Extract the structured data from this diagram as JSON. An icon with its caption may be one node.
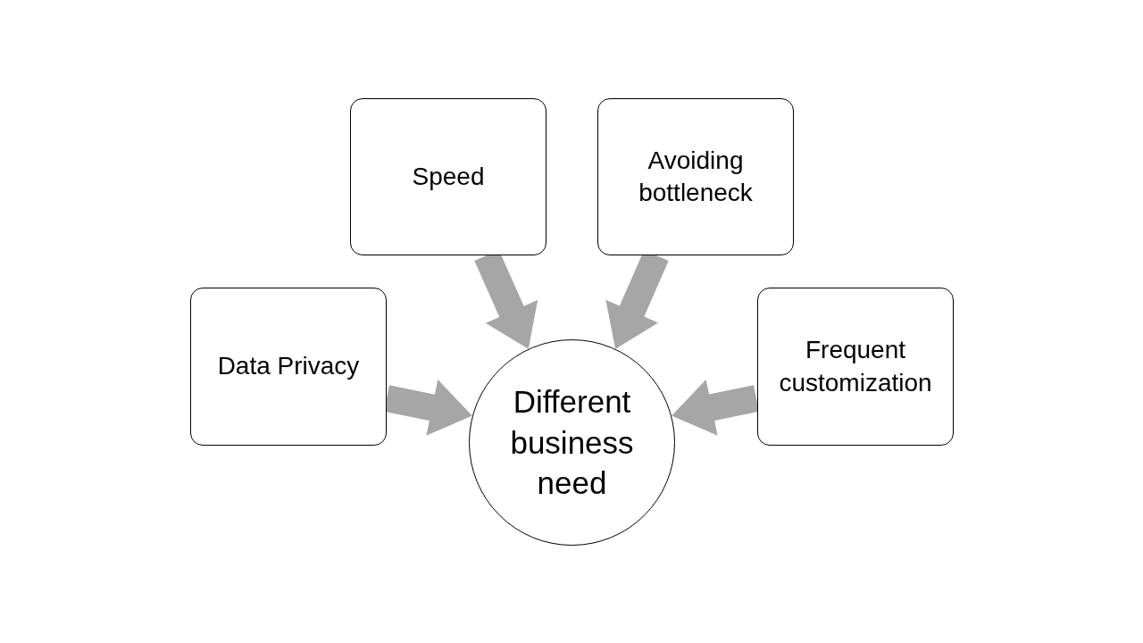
{
  "diagram": {
    "nodes": [
      {
        "text": [
          "Speed"
        ]
      },
      {
        "text": [
          "Avoiding bottleneck"
        ]
      },
      {
        "text": [
          "Data Privacy"
        ]
      },
      {
        "text": [
          "Frequent customization"
        ]
      },
      {
        "text": [
          "Different business need"
        ]
      }
    ],
    "edges": [
      {
        "from": 0,
        "to": 4,
        "arrow": "to"
      },
      {
        "from": 1,
        "to": 4,
        "arrow": "to"
      },
      {
        "from": 2,
        "to": 4,
        "arrow": "to"
      },
      {
        "from": 3,
        "to": 4,
        "arrow": "to"
      }
    ]
  }
}
